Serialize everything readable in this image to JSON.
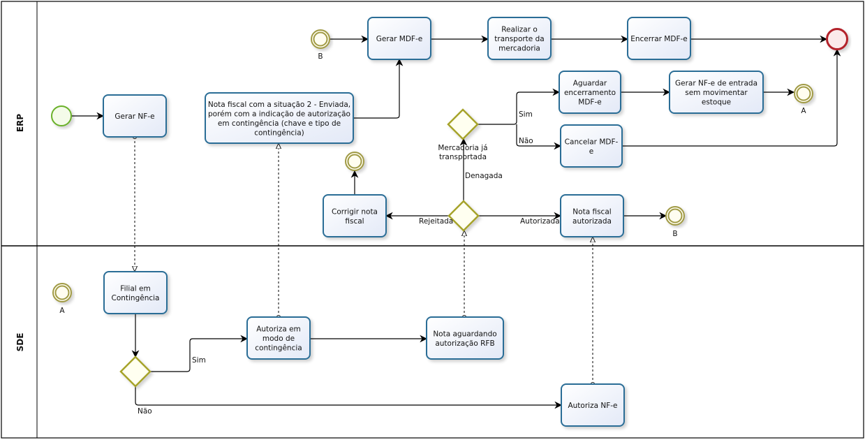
{
  "lanes": [
    {
      "id": "erp",
      "label": "ERP"
    },
    {
      "id": "sde",
      "label": "SDE"
    }
  ],
  "tasks": [
    {
      "id": "gerar-nfe",
      "lines": [
        "Gerar NF-e"
      ]
    },
    {
      "id": "nota-contingencia",
      "lines": [
        "Nota fiscal  com a situação 2 - Enviada,",
        "porém com a indicação de autorização",
        "em contingência (chave e tipo de",
        "contingência)"
      ]
    },
    {
      "id": "gerar-mdfe",
      "lines": [
        "Gerar MDF-e"
      ]
    },
    {
      "id": "realizar-transporte",
      "lines": [
        "Realizar o",
        "transporte da",
        "mercadoria"
      ]
    },
    {
      "id": "encerrar-mdfe",
      "lines": [
        "Encerrar MDF-e"
      ]
    },
    {
      "id": "aguardar-encerramento",
      "lines": [
        "Aguardar",
        "encerramento",
        "MDF-e"
      ]
    },
    {
      "id": "gerar-nfe-entrada",
      "lines": [
        "Gerar NF-e de entrada",
        "sem movimentar",
        "estoque"
      ]
    },
    {
      "id": "cancelar-mdfe",
      "lines": [
        "Cancelar MDF-",
        "e"
      ]
    },
    {
      "id": "corrigir-nota",
      "lines": [
        "Corrigir nota",
        "fiscal"
      ]
    },
    {
      "id": "nota-autorizada",
      "lines": [
        "Nota fiscal",
        "autorizada"
      ]
    },
    {
      "id": "filial-contingencia",
      "lines": [
        "Filial em",
        "Contingência"
      ]
    },
    {
      "id": "autoriza-contingencia",
      "lines": [
        "Autoriza em",
        "modo de",
        "contingência"
      ]
    },
    {
      "id": "nota-aguardando",
      "lines": [
        "Nota  aguardando",
        "autorização RFB"
      ]
    },
    {
      "id": "autoriza-nfe",
      "lines": [
        "Autoriza NF-e"
      ]
    }
  ],
  "events": [
    {
      "id": "start-erp",
      "type": "start",
      "label": ""
    },
    {
      "id": "end-erp",
      "type": "end",
      "label": ""
    },
    {
      "id": "link-b-top",
      "type": "intermediate",
      "label": "B"
    },
    {
      "id": "link-a-erp",
      "type": "intermediate",
      "label": "A"
    },
    {
      "id": "corrigir-event",
      "type": "intermediate",
      "label": ""
    },
    {
      "id": "link-b-right",
      "type": "intermediate",
      "label": "B"
    },
    {
      "id": "link-a-sde",
      "type": "intermediate",
      "label": "A"
    }
  ],
  "gateways": [
    {
      "id": "gw-mercadoria",
      "lines": [
        "Mercadoria  já",
        "transportada"
      ]
    },
    {
      "id": "gw-retorno",
      "lines": []
    },
    {
      "id": "gw-contingencia",
      "lines": []
    }
  ],
  "flow_labels": {
    "sim_erp": "Sim",
    "nao_erp": "Não",
    "denagada": "Denagada",
    "rejeitada": "Rejeitada",
    "autorizada": "Autorizada",
    "sim_sde": "Sim",
    "nao_sde": "Não"
  },
  "colors": {
    "task_border": "#2a6d96",
    "task_fill": "#eef2fb",
    "gateway_border": "#a6a32a",
    "gateway_fill": "#fffff0",
    "intermediate_border": "#a09a45",
    "start_border": "#6ab12a",
    "end_border": "#b3202a"
  }
}
